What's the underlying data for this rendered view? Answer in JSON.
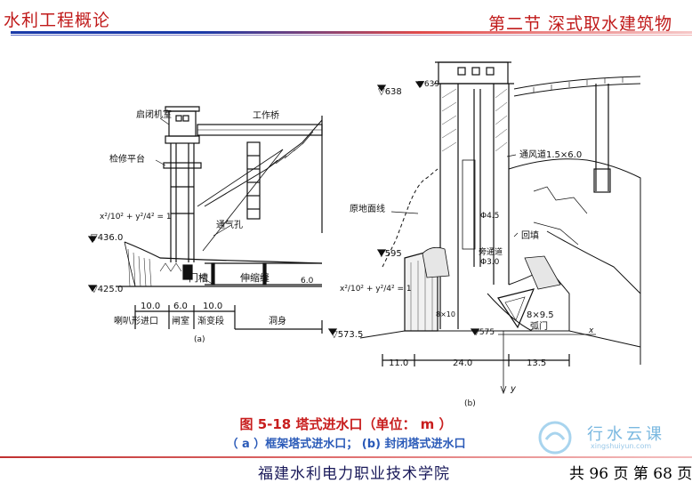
{
  "header": {
    "course_title": "水利工程概论",
    "section_title": "第二节 深式取水建筑物"
  },
  "figure_a": {
    "labels": {
      "hoist_room": "启闭机室",
      "work_bridge": "工作桥",
      "maintenance_platform": "检修平台",
      "ellipse_eq": "x²/10² + y²/4² = 1",
      "air_vent": "通气孔",
      "level_top": "▽436.0",
      "level_bottom": "▽425.0",
      "gate_slot": "门槽",
      "expansion_joint": "伸缩缝",
      "height": "6.0",
      "dim_1": "10.0",
      "dim_2": "6.0",
      "dim_3": "10.0",
      "bell_inlet": "喇叭形进口",
      "gate_chamber": "闸室",
      "transition": "渐变段",
      "tunnel_body": "洞身",
      "tag": "(a)"
    }
  },
  "figure_b": {
    "labels": {
      "level_638": "▽638",
      "level_639": "▽639",
      "vent_duct": "通风道1.5×6.0",
      "ground_line": "原地面线",
      "phi45": "Φ4.5",
      "backfill": "回填",
      "level_595": "▽595",
      "bypass": "旁通道",
      "phi30": "Φ3.0",
      "ellipse_eq": "x²/10² + y²/4² = 1",
      "gate_small": "8×10",
      "arc_gate_size": "8×9.5",
      "arc_gate": "弧门",
      "level_5735": "▽573.5",
      "level_575": "▽575",
      "axis_x": "x",
      "axis_y": "y",
      "dim_1": "11.0",
      "dim_2": "24.0",
      "dim_3": "13.5",
      "tag": "(b)"
    }
  },
  "caption": {
    "title": "图 5-18 塔式进水口（单位： m ）",
    "subtitle": "（ a ）框架塔式进水口； (b) 封闭塔式进水口"
  },
  "watermark": {
    "text": "行水云课",
    "sub": "xingshuiyun.com"
  },
  "footer": {
    "school": "福建水利电力职业技术学院",
    "page_info": "共 96 页 第 68 页"
  },
  "colors": {
    "header_red": "#c01a1a",
    "caption_red": "#c81e1e",
    "caption_blue": "#2a5ab8",
    "footer_navy": "#1a1a5a"
  }
}
